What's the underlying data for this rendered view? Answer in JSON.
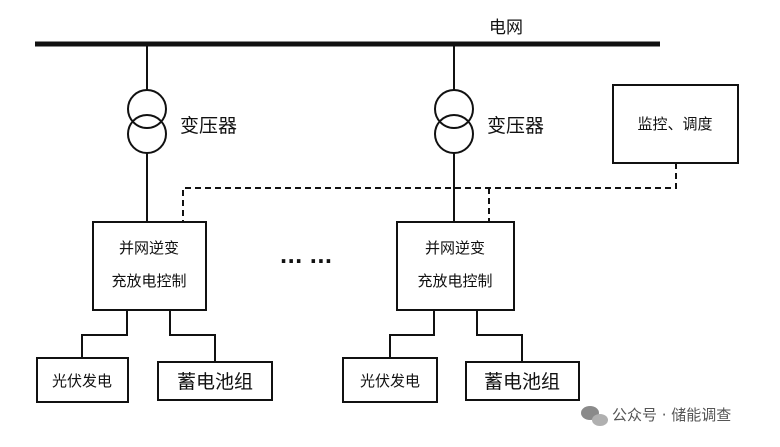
{
  "grid_label": "电网",
  "transformer_label": "变压器",
  "monitor_label": "监控、调度",
  "inverter_label_line1": "并网逆变",
  "inverter_label_line2": "充放电控制",
  "ellipsis": "··· ···",
  "pv_label": "光伏发电",
  "battery_label": "蓄电池组",
  "watermark": "公众号 · 储能调查"
}
